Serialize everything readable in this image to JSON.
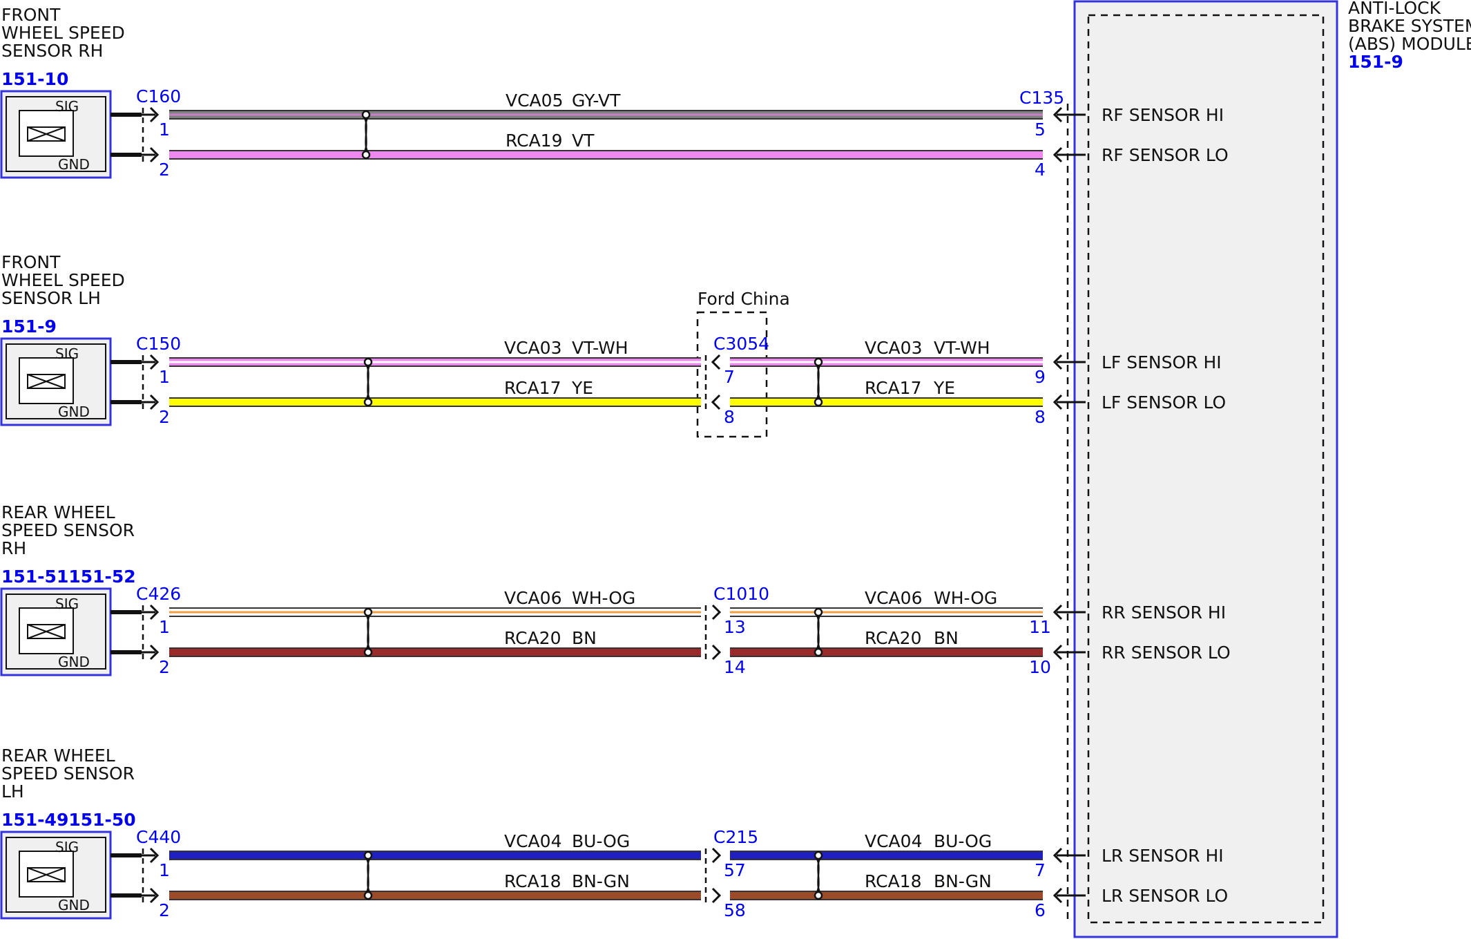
{
  "module": {
    "name_lines": [
      "ANTI-LOCK",
      "BRAKE SYSTEM",
      "(ABS) MODULE"
    ],
    "ref": "151-9",
    "connector": "C135"
  },
  "inline_note": "Ford China",
  "circuits": [
    {
      "sensor_lines": [
        "FRONT",
        "WHEEL SPEED",
        "SENSOR RH"
      ],
      "sensor_ref": "151-10",
      "sensor_connector": "C160",
      "sig_label": "SIG",
      "gnd_label": "GND",
      "sensor_pins": [
        "1",
        "2"
      ],
      "inline": null,
      "wires": [
        {
          "circuit": "VCA05",
          "color_code": "GY-VT",
          "stripe": [
            "#808080",
            "#c880c8"
          ]
        },
        {
          "circuit": "RCA19",
          "color_code": "VT",
          "stripe": [
            "#ee88ee",
            "#ee88ee"
          ]
        }
      ],
      "module_pins": [
        "5",
        "4"
      ],
      "module_signals": [
        "RF SENSOR HI",
        "RF SENSOR LO"
      ]
    },
    {
      "sensor_lines": [
        "FRONT",
        "WHEEL SPEED",
        "SENSOR LH"
      ],
      "sensor_ref": "151-9",
      "sensor_connector": "C150",
      "sig_label": "SIG",
      "gnd_label": "GND",
      "sensor_pins": [
        "1",
        "2"
      ],
      "inline": {
        "name": "C3054",
        "pins": [
          "7",
          "8"
        ],
        "note_box": true
      },
      "wires": [
        {
          "circuit": "VCA03",
          "color_code": "VT-WH",
          "stripe": [
            "#ee88ee",
            "#ffffff"
          ]
        },
        {
          "circuit": "RCA17",
          "color_code": "YE",
          "stripe": [
            "#ffff00",
            "#ffff00"
          ]
        }
      ],
      "module_pins": [
        "9",
        "8"
      ],
      "module_signals": [
        "LF SENSOR HI",
        "LF SENSOR LO"
      ]
    },
    {
      "sensor_lines": [
        "REAR WHEEL",
        "SPEED SENSOR",
        "RH"
      ],
      "sensor_ref": "151-51151-52",
      "sensor_connector": "C426",
      "sig_label": "SIG",
      "gnd_label": "GND",
      "sensor_pins": [
        "1",
        "2"
      ],
      "inline": {
        "name": "C1010",
        "pins": [
          "13",
          "14"
        ],
        "note_box": false
      },
      "wires": [
        {
          "circuit": "VCA06",
          "color_code": "WH-OG",
          "stripe": [
            "#ffffff",
            "#f0a040"
          ]
        },
        {
          "circuit": "RCA20",
          "color_code": "BN",
          "stripe": [
            "#9b2a2a",
            "#9b2a2a"
          ]
        }
      ],
      "module_pins": [
        "11",
        "10"
      ],
      "module_signals": [
        "RR SENSOR HI",
        "RR SENSOR LO"
      ]
    },
    {
      "sensor_lines": [
        "REAR WHEEL",
        "SPEED SENSOR",
        "LH"
      ],
      "sensor_ref": "151-49151-50",
      "sensor_connector": "C440",
      "sig_label": "SIG",
      "gnd_label": "GND",
      "sensor_pins": [
        "1",
        "2"
      ],
      "inline": {
        "name": "C215",
        "pins": [
          "57",
          "58"
        ],
        "note_box": false
      },
      "wires": [
        {
          "circuit": "VCA04",
          "color_code": "BU-OG",
          "stripe": [
            "#2020c0",
            "#2020c0"
          ]
        },
        {
          "circuit": "RCA18",
          "color_code": "BN-GN",
          "stripe": [
            "#9b4a2a",
            "#9b4a2a"
          ]
        }
      ],
      "module_pins": [
        "7",
        "6"
      ],
      "module_signals": [
        "LR SENSOR HI",
        "LR SENSOR LO"
      ]
    }
  ]
}
